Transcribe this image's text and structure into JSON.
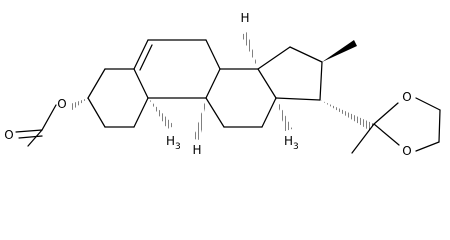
{
  "molecule": {
    "atom_labels": {
      "o_acetate_ring": "O",
      "o_acetate_carbonyl": "O",
      "o_dioxolane_top": "O",
      "o_dioxolane_bottom": "O",
      "h_c8": "H",
      "h_c9": "H",
      "me_c13_main": "H",
      "me_c13_sub": "3",
      "me_c10_main": "H",
      "me_c10_sub": "3"
    }
  }
}
